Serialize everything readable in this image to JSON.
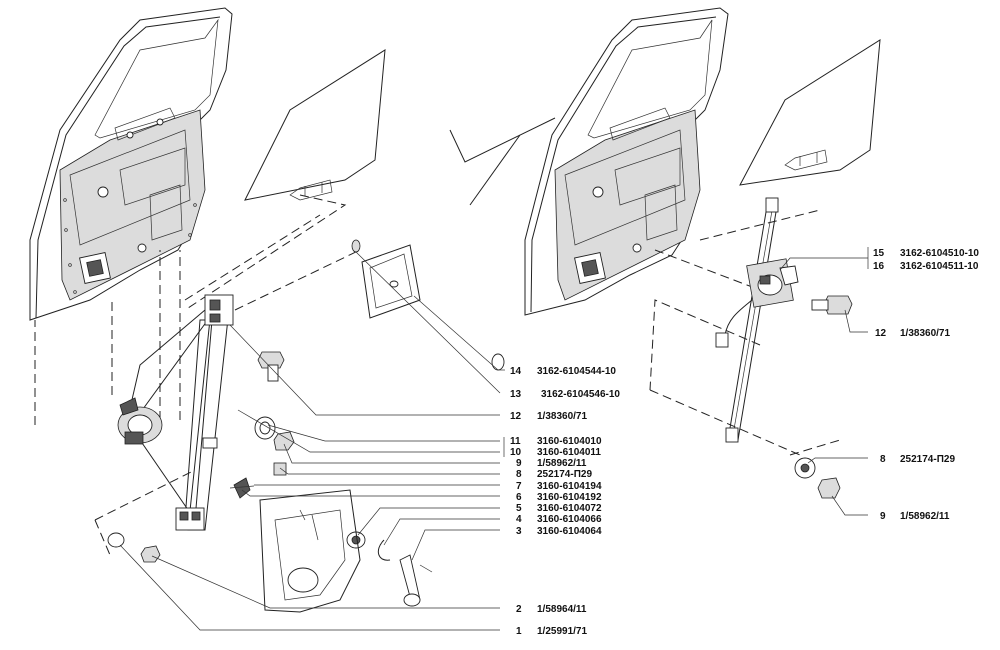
{
  "left_callouts": [
    {
      "num": "14",
      "code": "3162-6104544-10"
    },
    {
      "num": "13",
      "code": "3162-6104546-10"
    },
    {
      "num": "12",
      "code": "1/38360/71"
    },
    {
      "num": "11",
      "code": "3160-6104010"
    },
    {
      "num": "10",
      "code": "3160-6104011"
    },
    {
      "num": "9",
      "code": "1/58962/11"
    },
    {
      "num": "8",
      "code": "252174-П29"
    },
    {
      "num": "7",
      "code": "3160-6104194"
    },
    {
      "num": "6",
      "code": "3160-6104192"
    },
    {
      "num": "5",
      "code": "3160-6104072"
    },
    {
      "num": "4",
      "code": "3160-6104066"
    },
    {
      "num": "3",
      "code": "3160-6104064"
    },
    {
      "num": "2",
      "code": "1/58964/11"
    },
    {
      "num": "1",
      "code": "1/25991/71"
    }
  ],
  "right_callouts": [
    {
      "num": "15",
      "code": "3162-6104510-10"
    },
    {
      "num": "16",
      "code": "3162-6104511-10"
    },
    {
      "num": "12",
      "code": "1/38360/71"
    },
    {
      "num": "8",
      "code": "252174-П29"
    },
    {
      "num": "9",
      "code": "1/58962/11"
    }
  ]
}
